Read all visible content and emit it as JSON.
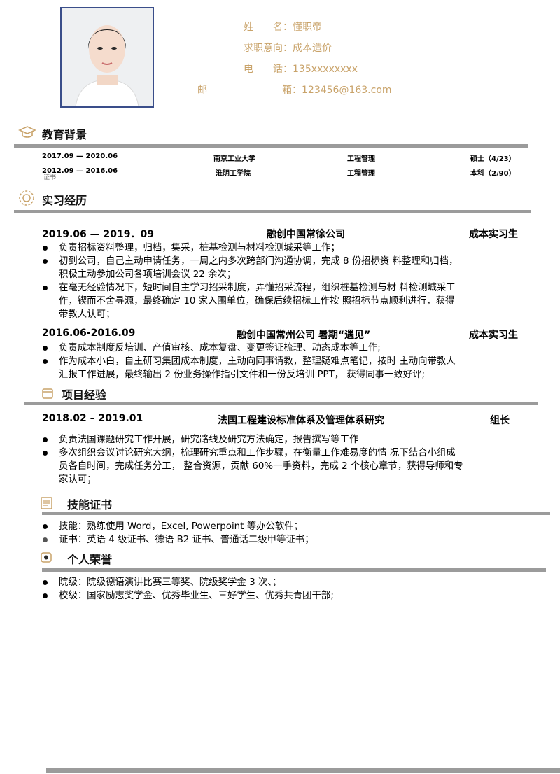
{
  "header": {
    "name_label": "姓　　名：",
    "name_value": "懂职帝",
    "intention_label": "求职意向：",
    "intention_value": "成本造价",
    "phone_label": "电　　话：",
    "phone_value": "135xxxxxxxx",
    "email_label_a": "邮",
    "email_label_b": "箱：",
    "email_value": "123456@163.com"
  },
  "education": {
    "title": "教育背景",
    "rows": [
      {
        "period": "2017.09 — 2020.06",
        "school": "南京工业大学",
        "major": "工程管理",
        "degree": "硕士（4/23）"
      },
      {
        "period": "2012.09 — 2016.06",
        "school": "淮阴工学院",
        "major": "工程管理",
        "degree": "本科（2/90）"
      }
    ],
    "overlap_note": "证书"
  },
  "internship": {
    "title": "实习经历",
    "jobs": [
      {
        "period": "2019.06 — 2019．09",
        "company": "融创中国常徐公司",
        "role": "成本实习生",
        "lines": [
          "负责招标资料整理，归档，集采，桩基检测与材料检测城采等工作；",
          "初到公司，自己主动申请任务，一周之内多次跨部门沟通协调，完成 8 份招标资 料整理和归档，",
          "积极主动参加公司各项培训会议 22 余次；",
          "在毫无经验情况下，短时间自主学习招采制度，弄懂招采流程，组织桩基检测与材 料检测城采工",
          "作，锲而不舍寻源，最终确定 10 家入围单位，确保后续招标工作按 照招标节点顺利进行，获得",
          "带教人认可；"
        ]
      },
      {
        "period": "2016.06-2016.09",
        "company": "融创中国常州公司 暑期“遇见”",
        "role": "成本实习生",
        "lines": [
          "负责成本制度反培训、产值审核、成本复盘、变更签证梳理、动态成本等工作;",
          "作为成本小白，自主研习集团成本制度，主动向同事请教，整理疑难点笔记，按时 主动向带教人",
          "汇报工作进展，最终输出 2 份业务操作指引文件和一份反培训 PPT， 获得同事一致好评;"
        ]
      }
    ]
  },
  "project": {
    "title": "项目经验",
    "period": "2018.02 – 2019.01",
    "name": "法国工程建设标准体系及管理体系研究",
    "role": "组长",
    "lines": [
      "负责法国课题研究工作开展，研究路线及研究方法确定，报告撰写等工作",
      " 多次组织会议讨论研究大纲，梳理研究重点和工作步骤，在衡量工作难易度的情 况下结合小组成",
      "员各自时间，完成任务分工， 整合资源，贡献 60%一手资料，完成 2 个核心章节，获得导师和专",
      "家认可；"
    ]
  },
  "skills": {
    "title": "技能证书",
    "lines": [
      "技能：熟练使用 Word，Excel, Powerpoint 等办公软件；",
      "证书：英语 4 级证书、德语 B2 证书、普通话二级甲等证书；"
    ]
  },
  "honors": {
    "title": "个人荣誉",
    "lines": [
      "院级：院级德语演讲比赛三等奖、院级奖学金 3 次、；",
      "校级：国家励志奖学金、优秀毕业生、三好学生、优秀共青团干部;"
    ]
  },
  "colors": {
    "accent_gold": "#c9a36a",
    "bar_gray": "#9b9b9b",
    "photo_border": "#3a4e8a"
  }
}
